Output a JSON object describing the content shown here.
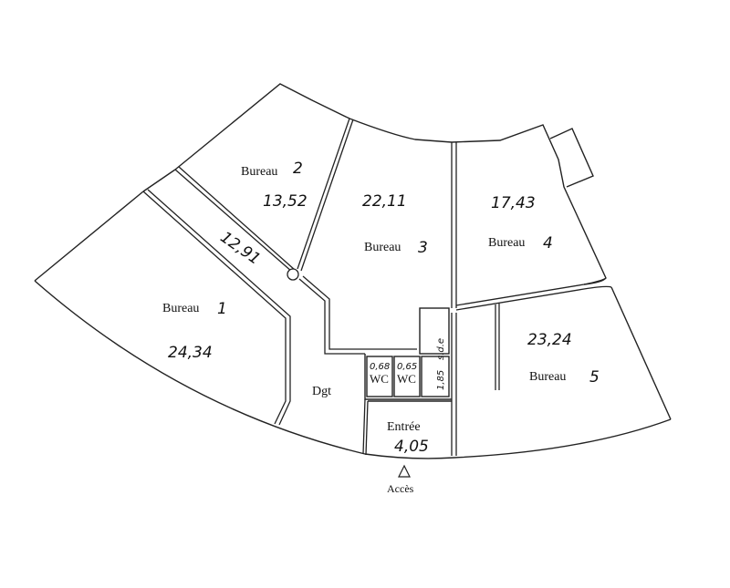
{
  "plan": {
    "rooms": [
      {
        "id": "bureau1",
        "name": "Bureau",
        "number": "1",
        "area": "24,34"
      },
      {
        "id": "bureau2",
        "name": "Bureau",
        "number": "2",
        "area": "13,52"
      },
      {
        "id": "bureau3",
        "name": "Bureau",
        "number": "3",
        "area": "22,11"
      },
      {
        "id": "bureau4",
        "name": "Bureau",
        "number": "4",
        "area": "17,43"
      },
      {
        "id": "bureau5",
        "name": "Bureau",
        "number": "5",
        "area": "23,24"
      },
      {
        "id": "corridor",
        "name": "",
        "area": "12,91"
      },
      {
        "id": "dgt",
        "name": "Dgt",
        "area": ""
      },
      {
        "id": "wc1",
        "name": "WC",
        "area": "0,68"
      },
      {
        "id": "wc2",
        "name": "WC",
        "area": "0,65"
      },
      {
        "id": "sde",
        "name": "s.d.e",
        "area": "1,85"
      },
      {
        "id": "entree",
        "name": "Entrée",
        "area": "4,05"
      }
    ],
    "access": {
      "label": "Accès",
      "icon": "access-arrow-icon"
    }
  }
}
